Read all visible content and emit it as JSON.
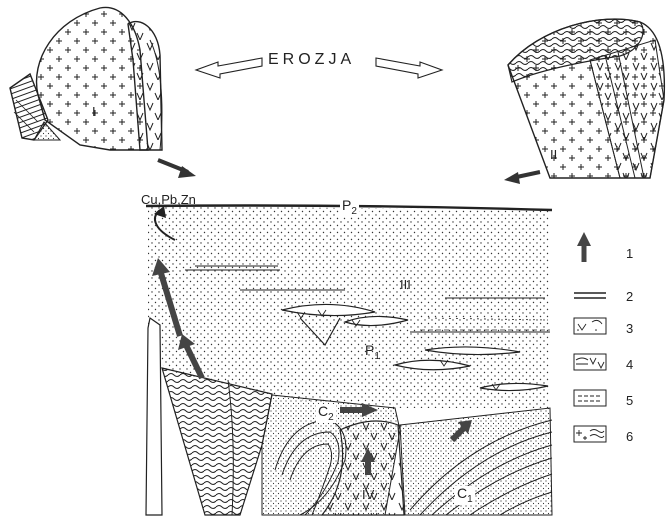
{
  "title": "EROZJA",
  "ore_label": "Cu,Pb,Zn",
  "blocks": {
    "left": "I",
    "right": "II",
    "basin": "III",
    "intrusion": "IV"
  },
  "strata": [
    {
      "base": "P",
      "sub": "2"
    },
    {
      "base": "P",
      "sub": "1"
    },
    {
      "base": "C",
      "sub": "2"
    },
    {
      "base": "C",
      "sub": "1"
    }
  ],
  "legend": [
    "1",
    "2",
    "3",
    "4",
    "5",
    "6"
  ]
}
